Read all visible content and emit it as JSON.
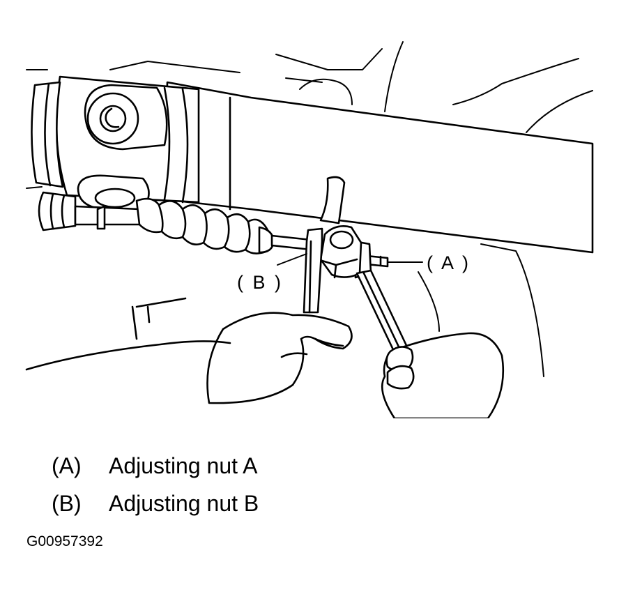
{
  "callouts": {
    "a": "( A )",
    "b": "( B )"
  },
  "legend": [
    {
      "key": "(A)",
      "label": "Adjusting nut A"
    },
    {
      "key": "(B)",
      "label": "Adjusting nut B"
    }
  ],
  "figure_id": "G00957392"
}
